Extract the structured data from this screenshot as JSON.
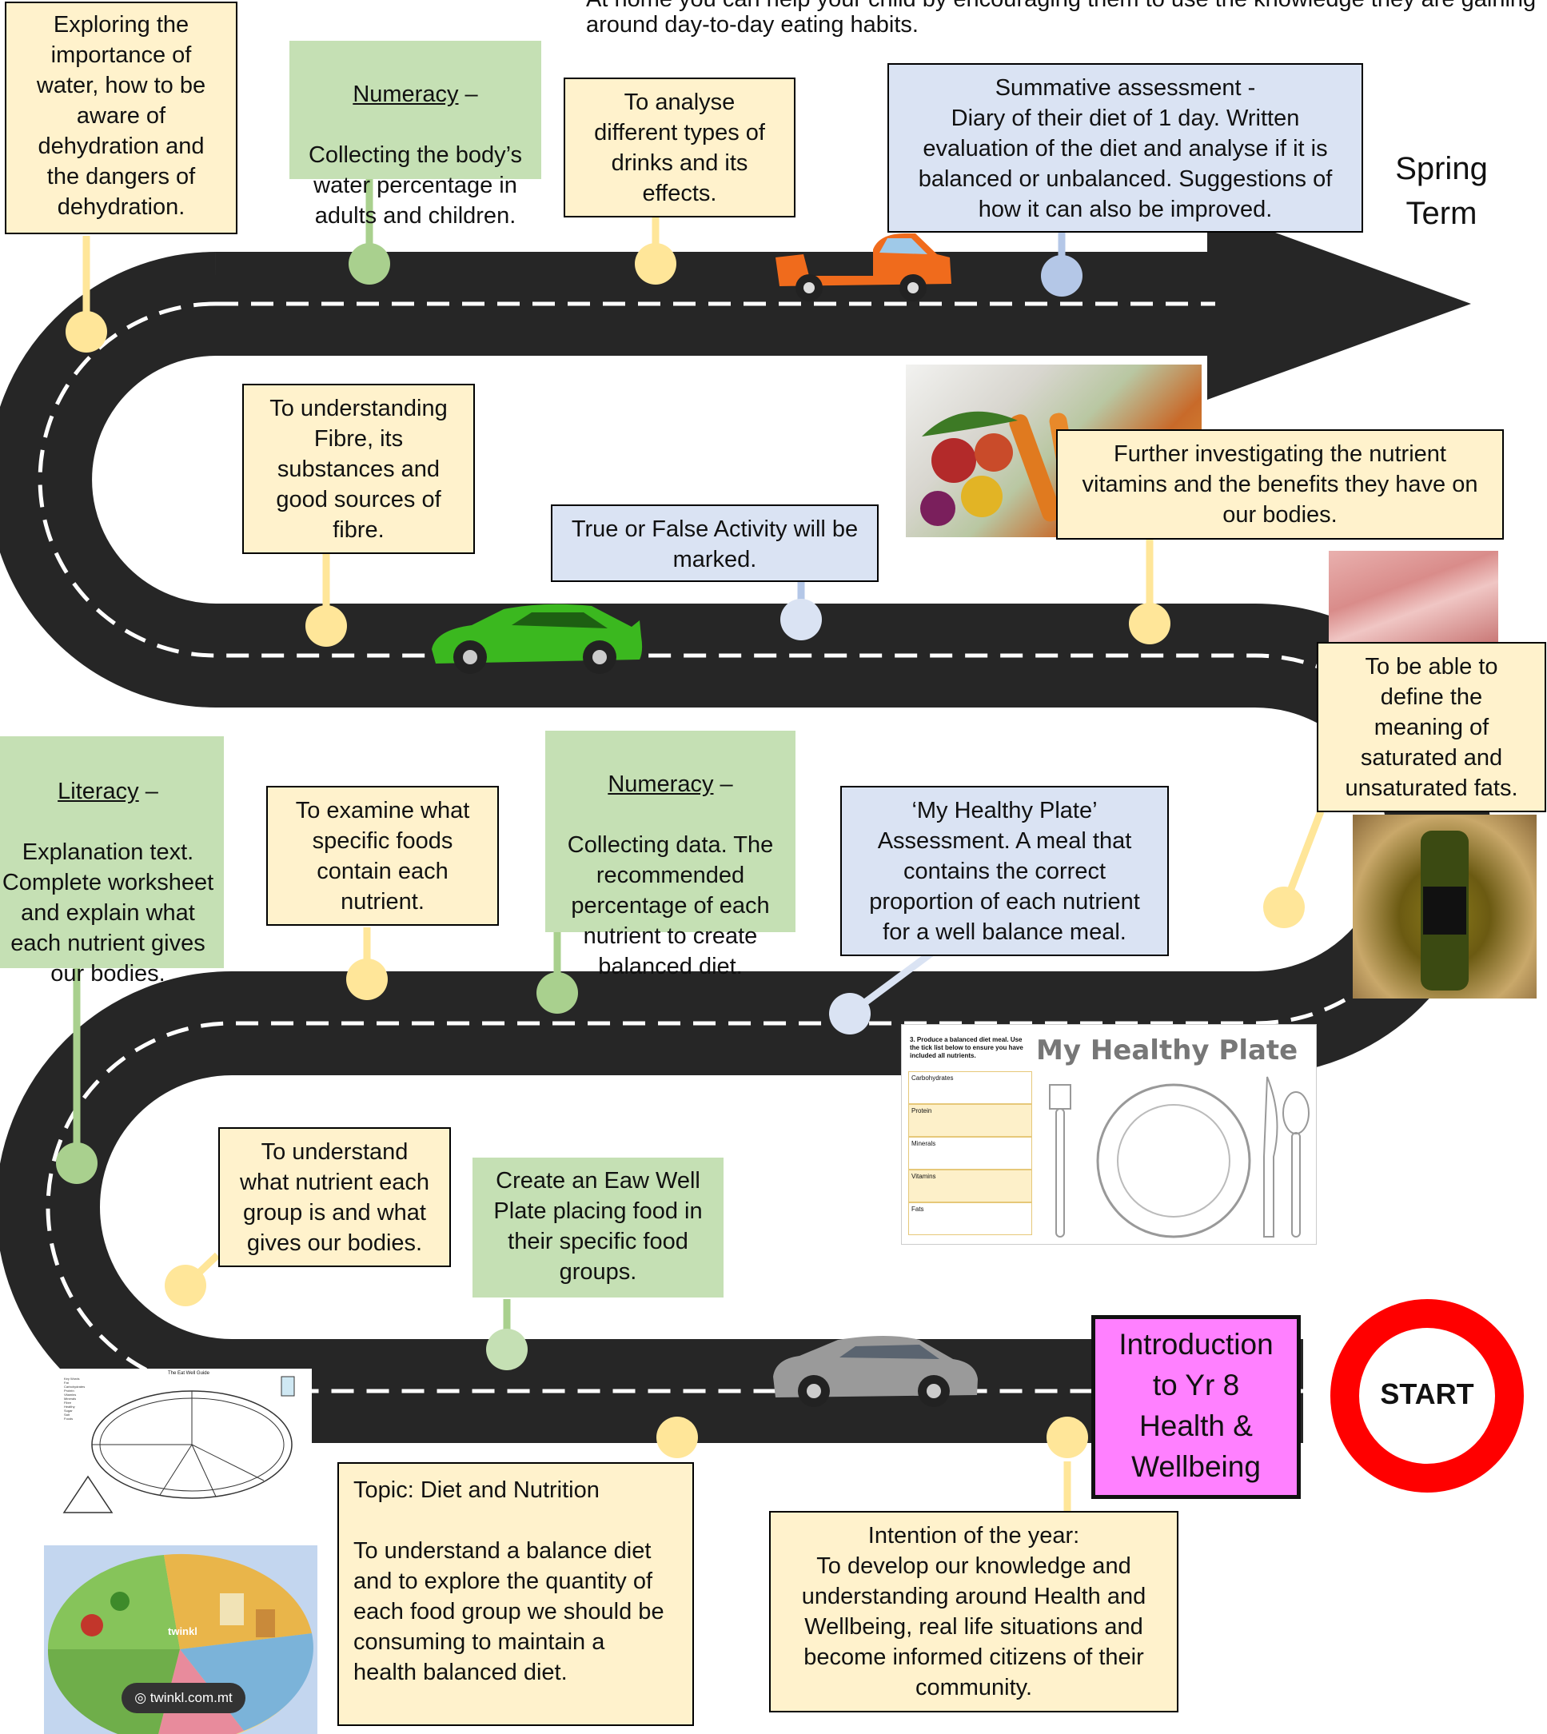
{
  "header": {
    "intro_line1": "At home you can help your child by encouraging them to use the knowledge they are gaining",
    "intro_line2": "around  day-to-day eating habits."
  },
  "term_label": "Spring\nTerm",
  "start_label": "START",
  "intro_sign": "Introduction\nto Yr 8\nHealth &\nWellbeing",
  "boxes": {
    "water": "Exploring the\nimportance of\nwater, how to be\naware of\ndehydration and\nthe dangers of\ndehydration.",
    "numeracy_water_title": "Numeracy",
    "numeracy_water_body": "Collecting the body’s\nwater percentage in\nadults and children.",
    "drinks": "To analyse\ndifferent types of\ndrinks and its\neffects.",
    "summative": "Summative assessment -\nDiary of their diet of 1 day. Written\nevaluation of the diet and analyse if it is\nbalanced or unbalanced. Suggestions of\nhow it can also be improved.",
    "fibre": "To understanding\nFibre, its\nsubstances and\ngood sources of\nfibre.",
    "true_false": "True or False Activity will be\nmarked.",
    "vitamins": "Further investigating the nutrient\nvitamins and the benefits they have on\nour bodies.",
    "fats": "To be able to\ndefine the\nmeaning of\nsaturated and\nunsaturated fats.",
    "literacy_title": "Literacy",
    "literacy_body": "Explanation text.\nComplete worksheet\nand explain what\neach nutrient gives\nour bodies.",
    "examine": "To examine what\nspecific foods\ncontain each\nnutrient.",
    "numeracy_data_title": "Numeracy",
    "numeracy_data_body": "Collecting data. The\nrecommended\npercentage of each\nnutrient to create\nbalanced diet.",
    "healthy_plate_assess": "‘My Healthy Plate’\nAssessment. A meal that\ncontains the correct\nproportion of each nutrient\nfor a well balance meal.",
    "nutrient_group": "To understand\nwhat nutrient each\ngroup is and what\ngives our bodies.",
    "eatwell": "Create an Eaw Well\nPlate placing food in\ntheir specific food\ngroups.",
    "topic": "Topic: Diet and Nutrition\n\nTo understand a balance diet\nand to explore the quantity of\neach food group we should be\nconsuming to maintain a\nhealth balanced diet.",
    "intention": "Intention of the year:\nTo develop our knowledge and\nunderstanding around Health and\nWellbeing, real life situations and\nbecome informed citizens of their\ncommunity."
  },
  "worksheet": {
    "title": "My Healthy Plate",
    "instruction": "3. Produce a balanced diet meal. Use the tick list below to ensure you have included all nutrients.",
    "rows": [
      "Carbohydrates",
      "Protein",
      "Minerals",
      "Vitamins",
      "Fats"
    ]
  },
  "eatwell_sheet": {
    "title": "The Eat Well Guide",
    "key": [
      "Key Words",
      "Fat",
      "Carbohydrates",
      "Protein",
      "Vitamins",
      "Minerals",
      "Fibre",
      "Healthy",
      "Sugar",
      "Salt",
      "Foods"
    ]
  },
  "twinkl": {
    "badge": "twinkl.com.mt",
    "brand": "twinkl"
  },
  "colors": {
    "road": "#262626",
    "yellow_box": "#fff2cc",
    "green_box": "#c5e0b4",
    "blue_box": "#dae3f3",
    "intro_sign": "#ff80ff",
    "start_ring": "#ff0000"
  }
}
